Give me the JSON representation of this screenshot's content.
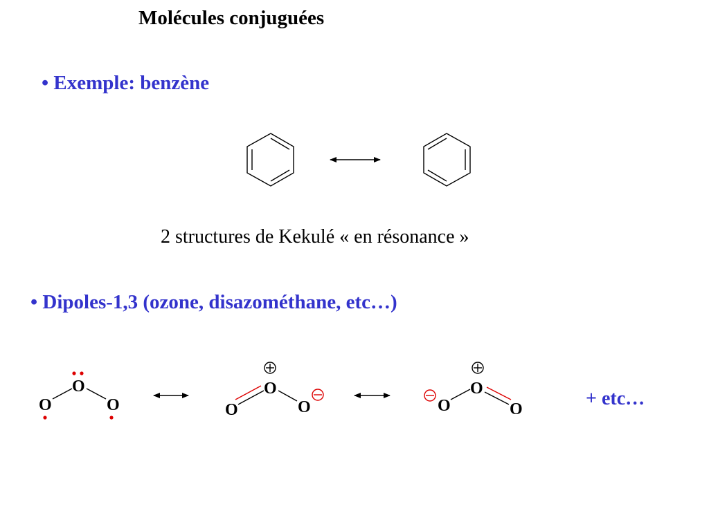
{
  "title": "Molécules conjuguées",
  "bullets": [
    "• Exemple: benzène",
    "• Dipoles-1,3 (ozone, disazométhane, etc…)"
  ],
  "caption": "2 structures de Kekulé « en résonance »",
  "etc_text": "+ etc…",
  "atom_label": "O",
  "colors": {
    "accent": "#3333cc",
    "charge": "#dd0000",
    "double_bond": "#dd0000"
  }
}
